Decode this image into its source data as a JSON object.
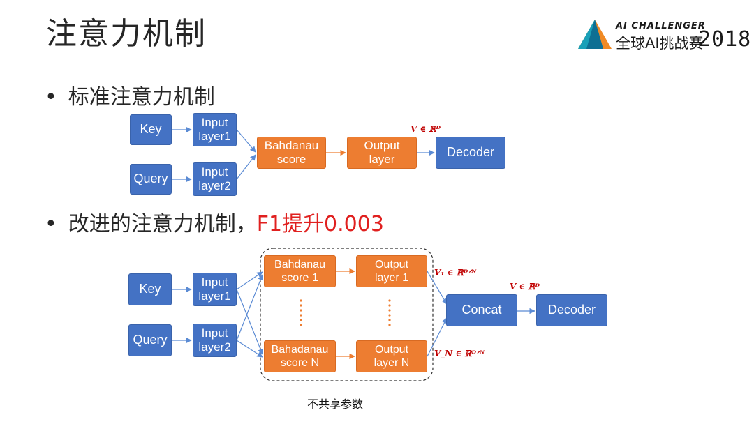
{
  "slide": {
    "title": "注意力机制",
    "logo": {
      "line1": "AI CHALLENGER",
      "line2": "全球AI挑战赛",
      "year": "2018"
    },
    "bullets": [
      {
        "text": "标准注意力机制",
        "highlight": ""
      },
      {
        "text": "改进的注意力机制，",
        "highlight": "F1提升0.003"
      }
    ],
    "bullet_marker": "•"
  },
  "diagram1": {
    "key": "Key",
    "query": "Query",
    "input1": "Input\nlayer1",
    "input2": "Input\nlayer2",
    "score": "Bahdanau\nscore",
    "output": "Output\nlayer",
    "decoder": "Decoder",
    "annot_v": "V ∈ ℝᴰ"
  },
  "diagram2": {
    "key": "Key",
    "query": "Query",
    "input1": "Input\nlayer1",
    "input2": "Input\nlayer2",
    "score1": "Bahdanau\nscore 1",
    "scoreN": "Bahadanau\nscore N",
    "output1": "Output\nlayer 1",
    "outputN": "Output\nlayer N",
    "concat": "Concat",
    "decoder": "Decoder",
    "annot_v1": "V₁ ∈ ℝᴰᐟᴺ",
    "annot_vn": "V_N ∈ ℝᴰᐟᴺ",
    "annot_v": "V ∈ ℝᴰ",
    "caption": "不共享参数"
  },
  "colors": {
    "blue": "#4472c4",
    "orange": "#ed7d31",
    "red": "#e0201f",
    "arrow": "#5b8bd4"
  }
}
